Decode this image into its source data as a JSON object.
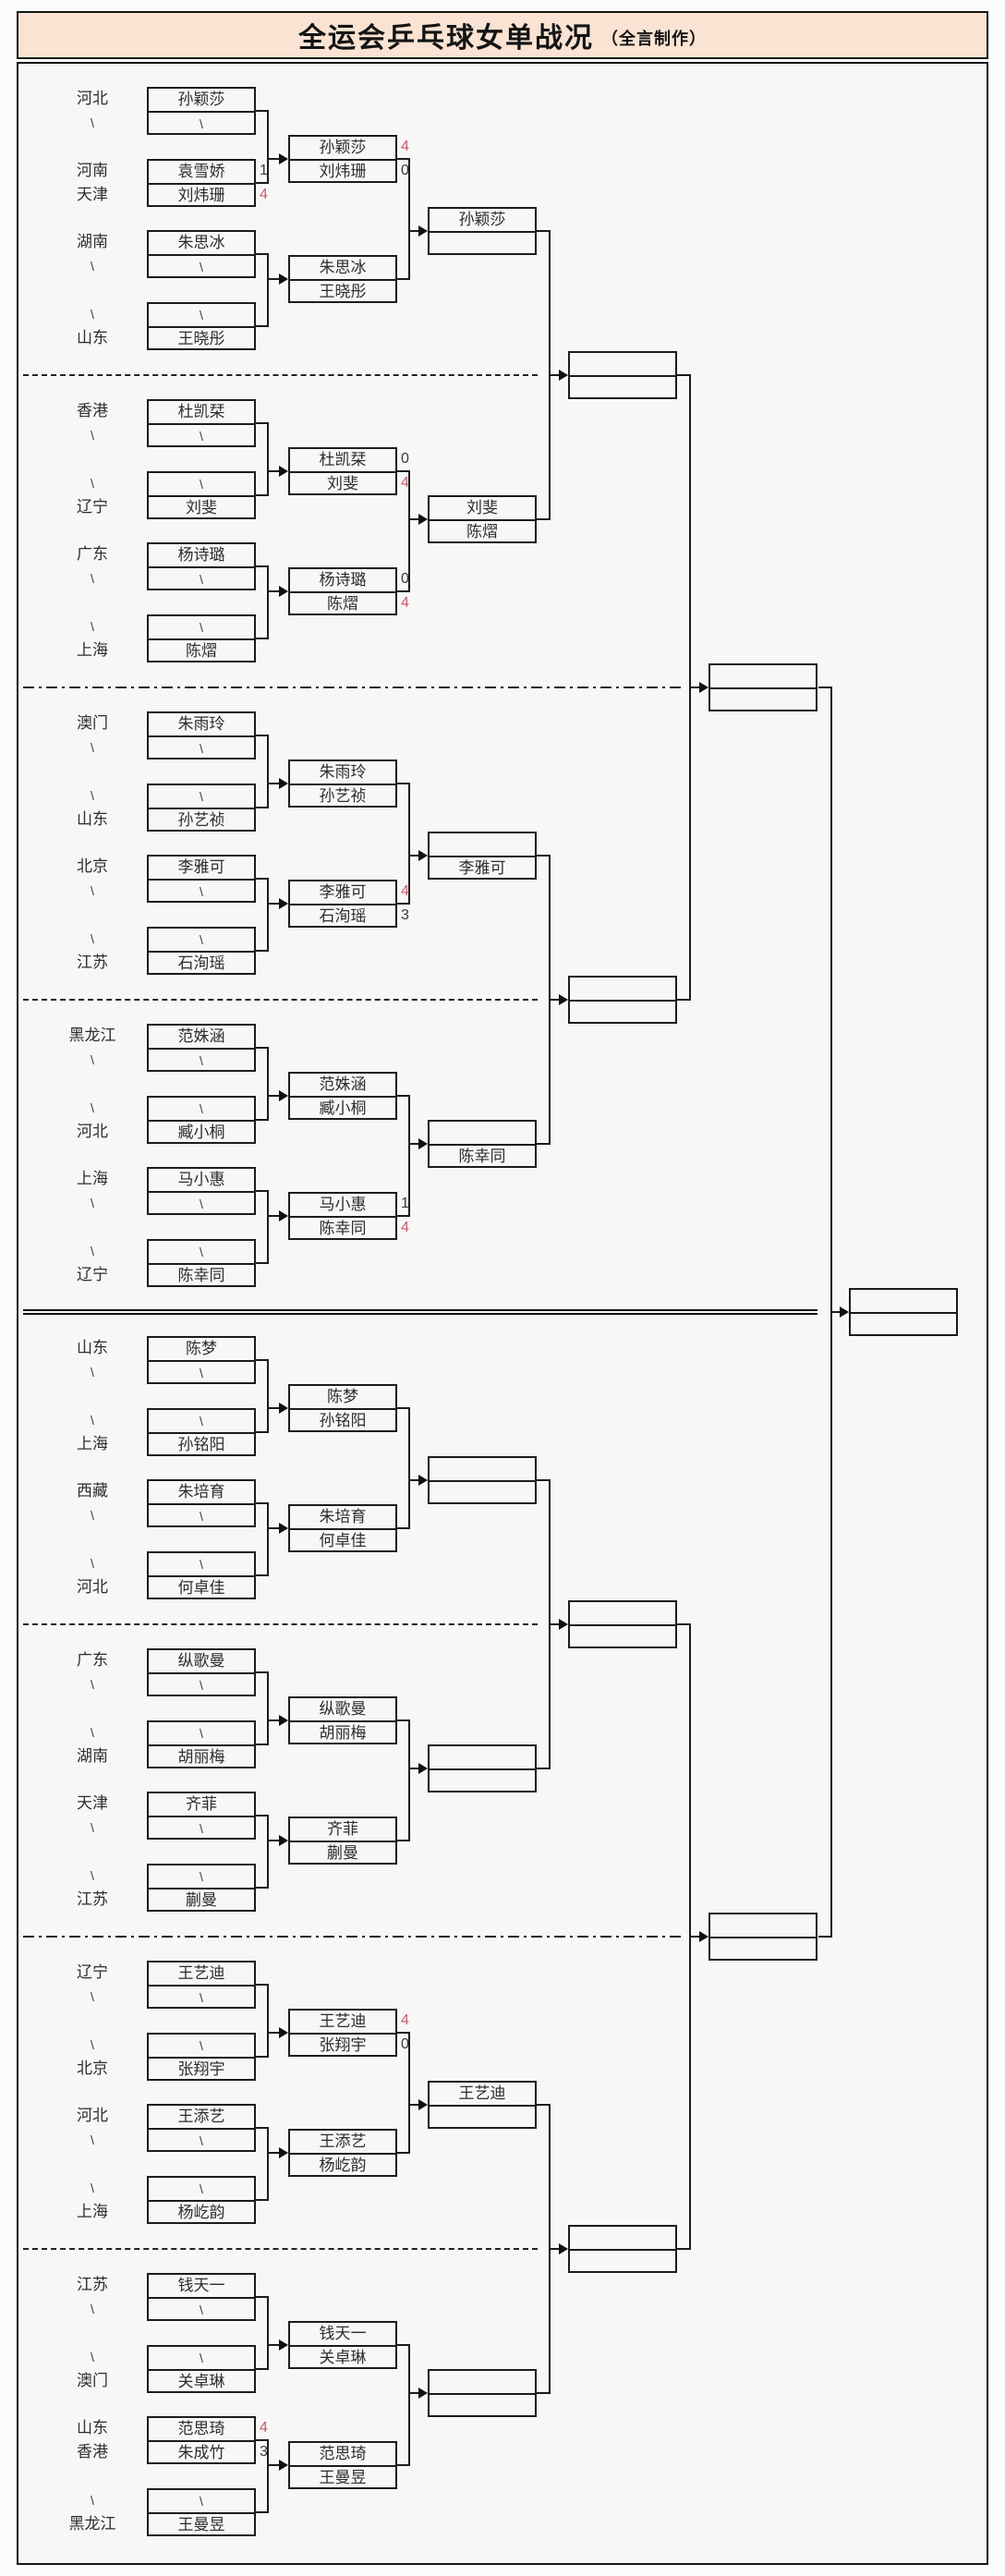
{
  "title": {
    "main": "全运会乒乓球女单战况",
    "credit": "（全言制作）"
  },
  "colors": {
    "title_bg": "#fae3d3",
    "chart_bg": "#f8f6f6",
    "line": "#1c1c1c",
    "text": "#2d2d2d",
    "score_win": "#c35b6b",
    "score_default": "#3a3a3a"
  },
  "bracket": {
    "sections": [
      {
        "round1": [
          {
            "province_top": "河北",
            "province_bottom": "\\",
            "player_top": "孙颖莎",
            "player_bottom": "\\"
          },
          {
            "province_top": "河南",
            "province_bottom": "天津",
            "player_top": "袁雪娇",
            "player_bottom": "刘炜珊",
            "score_top": "1",
            "score_bottom": "4",
            "winner": "bottom"
          },
          {
            "province_top": "湖南",
            "province_bottom": "\\",
            "player_top": "朱思冰",
            "player_bottom": "\\"
          },
          {
            "province_top": "\\",
            "province_bottom": "山东",
            "player_top": "\\",
            "player_bottom": "王晓彤"
          }
        ],
        "round2": [
          {
            "player_top": "孙颖莎",
            "player_bottom": "刘炜珊",
            "score_top": "4",
            "score_bottom": "0",
            "winner": "top"
          },
          {
            "player_top": "朱思冰",
            "player_bottom": "王晓彤"
          }
        ],
        "round3": {
          "player_top": "孙颖莎",
          "player_bottom": ""
        }
      },
      {
        "round1": [
          {
            "province_top": "香港",
            "province_bottom": "\\",
            "player_top": "杜凯栞",
            "player_bottom": "\\"
          },
          {
            "province_top": "\\",
            "province_bottom": "辽宁",
            "player_top": "\\",
            "player_bottom": "刘斐"
          },
          {
            "province_top": "广东",
            "province_bottom": "\\",
            "player_top": "杨诗璐",
            "player_bottom": "\\"
          },
          {
            "province_top": "\\",
            "province_bottom": "上海",
            "player_top": "\\",
            "player_bottom": "陈熠"
          }
        ],
        "round2": [
          {
            "player_top": "杜凯栞",
            "player_bottom": "刘斐",
            "score_top": "0",
            "score_bottom": "4",
            "winner": "bottom"
          },
          {
            "player_top": "杨诗璐",
            "player_bottom": "陈熠",
            "score_top": "0",
            "score_bottom": "4",
            "winner": "bottom"
          }
        ],
        "round3": {
          "player_top": "刘斐",
          "player_bottom": "陈熠"
        }
      },
      {
        "round1": [
          {
            "province_top": "澳门",
            "province_bottom": "\\",
            "player_top": "朱雨玲",
            "player_bottom": "\\"
          },
          {
            "province_top": "\\",
            "province_bottom": "山东",
            "player_top": "\\",
            "player_bottom": "孙艺祯"
          },
          {
            "province_top": "北京",
            "province_bottom": "\\",
            "player_top": "李雅可",
            "player_bottom": "\\"
          },
          {
            "province_top": "\\",
            "province_bottom": "江苏",
            "player_top": "\\",
            "player_bottom": "石洵瑶"
          }
        ],
        "round2": [
          {
            "player_top": "朱雨玲",
            "player_bottom": "孙艺祯"
          },
          {
            "player_top": "李雅可",
            "player_bottom": "石洵瑶",
            "score_top": "4",
            "score_bottom": "3",
            "winner": "top"
          }
        ],
        "round3": {
          "player_top": "",
          "player_bottom": "李雅可"
        }
      },
      {
        "round1": [
          {
            "province_top": "黑龙江",
            "province_bottom": "\\",
            "player_top": "范姝涵",
            "player_bottom": "\\"
          },
          {
            "province_top": "\\",
            "province_bottom": "河北",
            "player_top": "\\",
            "player_bottom": "臧小桐"
          },
          {
            "province_top": "上海",
            "province_bottom": "\\",
            "player_top": "马小惠",
            "player_bottom": "\\"
          },
          {
            "province_top": "\\",
            "province_bottom": "辽宁",
            "player_top": "\\",
            "player_bottom": "陈幸同"
          }
        ],
        "round2": [
          {
            "player_top": "范姝涵",
            "player_bottom": "臧小桐"
          },
          {
            "player_top": "马小惠",
            "player_bottom": "陈幸同",
            "score_top": "1",
            "score_bottom": "4",
            "winner": "bottom"
          }
        ],
        "round3": {
          "player_top": "",
          "player_bottom": "陈幸同"
        }
      },
      {
        "round1": [
          {
            "province_top": "山东",
            "province_bottom": "\\",
            "player_top": "陈梦",
            "player_bottom": "\\"
          },
          {
            "province_top": "\\",
            "province_bottom": "上海",
            "player_top": "\\",
            "player_bottom": "孙铭阳"
          },
          {
            "province_top": "西藏",
            "province_bottom": "\\",
            "player_top": "朱培育",
            "player_bottom": "\\"
          },
          {
            "province_top": "\\",
            "province_bottom": "河北",
            "player_top": "\\",
            "player_bottom": "何卓佳"
          }
        ],
        "round2": [
          {
            "player_top": "陈梦",
            "player_bottom": "孙铭阳"
          },
          {
            "player_top": "朱培育",
            "player_bottom": "何卓佳"
          }
        ],
        "round3": {
          "player_top": "",
          "player_bottom": ""
        }
      },
      {
        "round1": [
          {
            "province_top": "广东",
            "province_bottom": "\\",
            "player_top": "纵歌曼",
            "player_bottom": "\\"
          },
          {
            "province_top": "\\",
            "province_bottom": "湖南",
            "player_top": "\\",
            "player_bottom": "胡丽梅"
          },
          {
            "province_top": "天津",
            "province_bottom": "\\",
            "player_top": "齐菲",
            "player_bottom": "\\"
          },
          {
            "province_top": "\\",
            "province_bottom": "江苏",
            "player_top": "\\",
            "player_bottom": "蒯曼"
          }
        ],
        "round2": [
          {
            "player_top": "纵歌曼",
            "player_bottom": "胡丽梅"
          },
          {
            "player_top": "齐菲",
            "player_bottom": "蒯曼"
          }
        ],
        "round3": {
          "player_top": "",
          "player_bottom": ""
        }
      },
      {
        "round1": [
          {
            "province_top": "辽宁",
            "province_bottom": "\\",
            "player_top": "王艺迪",
            "player_bottom": "\\"
          },
          {
            "province_top": "\\",
            "province_bottom": "北京",
            "player_top": "\\",
            "player_bottom": "张翔宇"
          },
          {
            "province_top": "河北",
            "province_bottom": "\\",
            "player_top": "王添艺",
            "player_bottom": "\\"
          },
          {
            "province_top": "\\",
            "province_bottom": "上海",
            "player_top": "\\",
            "player_bottom": "杨屹韵"
          }
        ],
        "round2": [
          {
            "player_top": "王艺迪",
            "player_bottom": "张翔宇",
            "score_top": "4",
            "score_bottom": "0",
            "winner": "top"
          },
          {
            "player_top": "王添艺",
            "player_bottom": "杨屹韵"
          }
        ],
        "round3": {
          "player_top": "王艺迪",
          "player_bottom": ""
        }
      },
      {
        "round1": [
          {
            "province_top": "江苏",
            "province_bottom": "\\",
            "player_top": "钱天一",
            "player_bottom": "\\"
          },
          {
            "province_top": "\\",
            "province_bottom": "澳门",
            "player_top": "\\",
            "player_bottom": "关卓琳"
          },
          {
            "province_top": "山东",
            "province_bottom": "香港",
            "player_top": "范思琦",
            "player_bottom": "朱成竹",
            "score_top": "4",
            "score_bottom": "3",
            "winner": "top"
          },
          {
            "province_top": "\\",
            "province_bottom": "黑龙江",
            "player_top": "\\",
            "player_bottom": "王曼昱"
          }
        ],
        "round2": [
          {
            "player_top": "钱天一",
            "player_bottom": "关卓琳"
          },
          {
            "player_top": "范思琦",
            "player_bottom": "王曼昱"
          }
        ],
        "round3": {
          "player_top": "",
          "player_bottom": ""
        }
      }
    ],
    "quarterfinals": [
      {
        "player_top": "",
        "player_bottom": ""
      },
      {
        "player_top": "",
        "player_bottom": ""
      },
      {
        "player_top": "",
        "player_bottom": ""
      },
      {
        "player_top": "",
        "player_bottom": ""
      }
    ],
    "semifinals": [
      {
        "player_top": "",
        "player_bottom": ""
      },
      {
        "player_top": "",
        "player_bottom": ""
      }
    ],
    "final": {
      "player_top": "",
      "player_bottom": ""
    }
  }
}
